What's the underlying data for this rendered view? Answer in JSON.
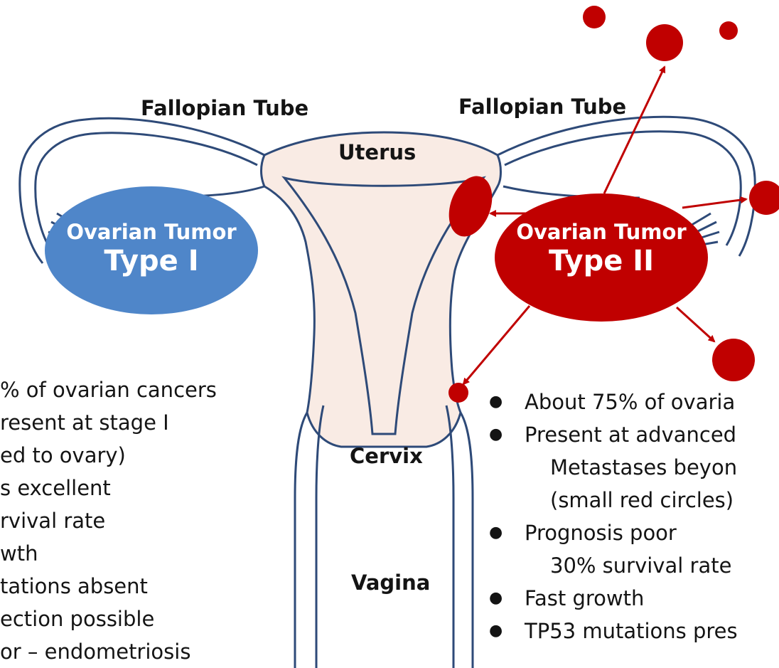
{
  "labels": {
    "fallopian_left": "Fallopian Tube",
    "fallopian_right": "Fallopian Tube",
    "uterus": "Uterus",
    "cervix": "Cervix",
    "vagina": "Vagina"
  },
  "tumor_type1": {
    "subtitle": "Ovarian Tumor",
    "title": "Type I",
    "color": "#4f86c9"
  },
  "tumor_type2": {
    "subtitle": "Ovarian Tumor",
    "title": "Type II",
    "color": "#c00000"
  },
  "type1_list": [
    "% of ovarian cancers",
    "resent at stage I",
    "ed to ovary)",
    "s excellent",
    "rvival rate",
    "wth",
    "tations absent",
    "ection possible",
    "or – endometriosis"
  ],
  "type2_list": [
    {
      "text": "About 75% of ovaria",
      "bullet": true
    },
    {
      "text": "Present at advanced",
      "bullet": true
    },
    {
      "text": "Metastases beyon",
      "bullet": false
    },
    {
      "text": "(small red circles)",
      "bullet": false
    },
    {
      "text": "Prognosis poor",
      "bullet": true
    },
    {
      "text": "30% survival rate",
      "bullet": false
    },
    {
      "text": "Fast growth",
      "bullet": true
    },
    {
      "text": "TP53 mutations pres",
      "bullet": true
    }
  ],
  "colors": {
    "outline": "#2e4a78",
    "tissue": "#f9ebe4",
    "metastasis": "#c00000"
  }
}
